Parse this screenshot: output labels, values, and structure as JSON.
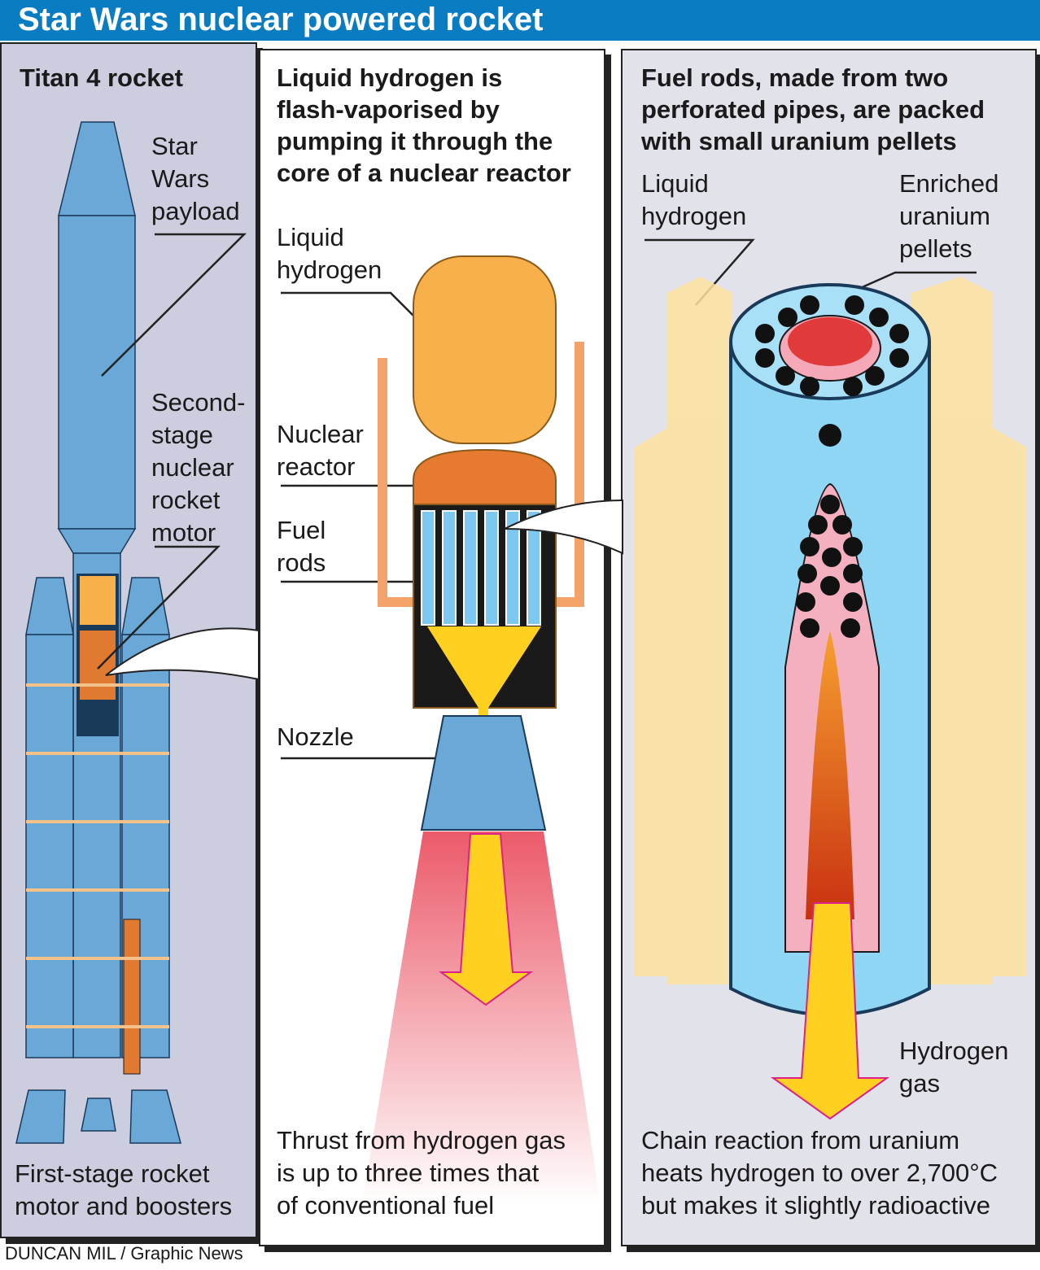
{
  "title": "Star Wars nuclear powered rocket",
  "left": {
    "heading": "Titan 4 rocket",
    "payload": "Star\nWars\npayload",
    "second_stage": "Second-\nstage\nnuclear\nrocket\nmotor",
    "first_stage": "First-stage rocket\nmotor and boosters"
  },
  "middle": {
    "heading": "Liquid hydrogen is\nflash-vaporised by\npumping it through the\ncore of a nuclear reactor",
    "liquid_hydrogen": "Liquid\nhydrogen",
    "nuclear_reactor": "Nuclear\nreactor",
    "fuel_rods": "Fuel\nrods",
    "nozzle": "Nozzle",
    "thrust": "Thrust from hydrogen gas\nis up to three times that\nof conventional fuel"
  },
  "right": {
    "heading": "Fuel rods, made from two\nperforated pipes, are packed\nwith small uranium pellets",
    "liquid_hydrogen": "Liquid\nhydrogen",
    "pellets": "Enriched\nuranium\npellets",
    "hydrogen_gas": "Hydrogen\ngas",
    "chain": "Chain reaction from uranium\nheats hydrogen to over 2,700°C\nbut makes it slightly radioactive"
  },
  "credit": "DUNCAN MIL / Graphic News",
  "colors": {
    "header": "#0a7cc2",
    "left_bg": "#cdcde0",
    "right_bg": "#e2e2ea",
    "rocket": "#6aa8d8",
    "tank": "#f7b04a"
  }
}
